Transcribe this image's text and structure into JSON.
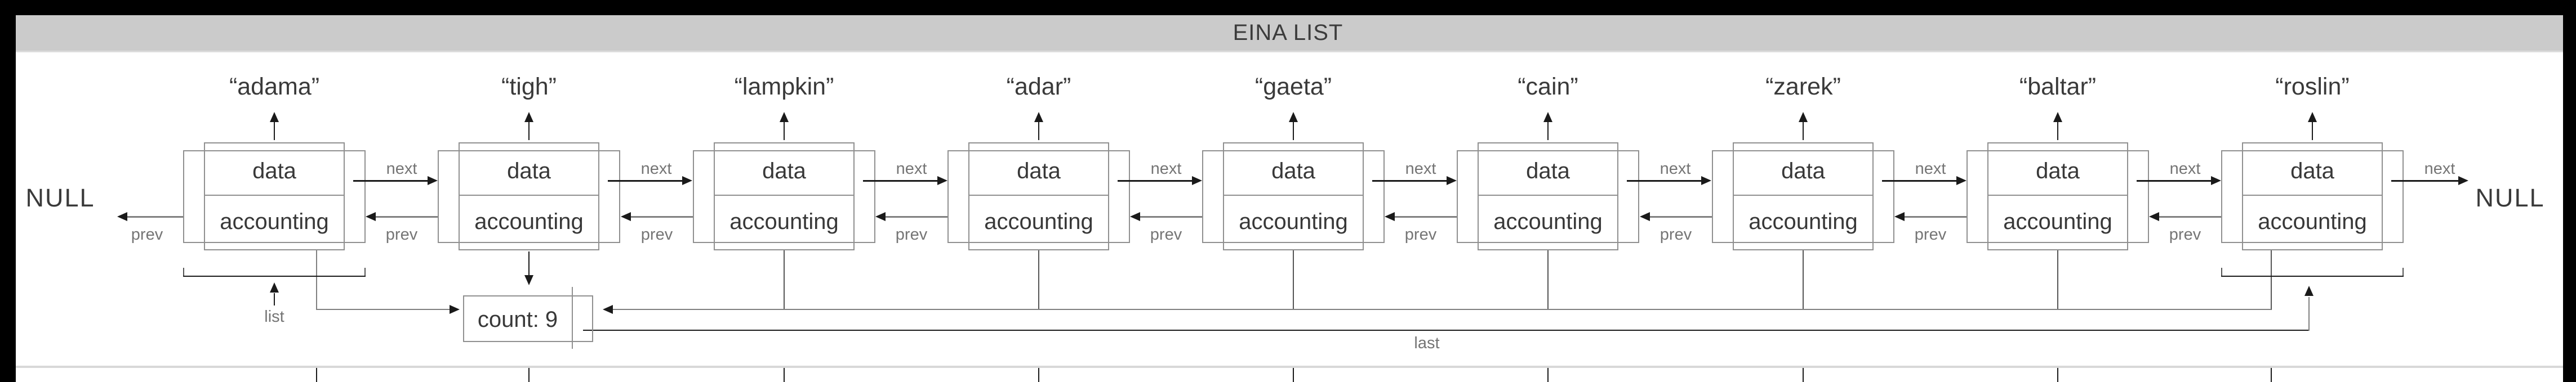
{
  "title_bar": {
    "title": "EINA LIST"
  },
  "diagram": {
    "null_left": "NULL",
    "null_right": "NULL",
    "node_fields": {
      "top": "data",
      "bottom": "accounting"
    },
    "labels": {
      "next": "next",
      "prev": "prev",
      "list": "list",
      "last": "last"
    },
    "count_box": {
      "label": "count: 9"
    },
    "nodes": [
      {
        "name": "“adama”"
      },
      {
        "name": "“tigh”"
      },
      {
        "name": "“lampkin”"
      },
      {
        "name": "“adar”"
      },
      {
        "name": "“gaeta”"
      },
      {
        "name": "“cain”"
      },
      {
        "name": "“zarek”"
      },
      {
        "name": "“baltar”"
      },
      {
        "name": "“roslin”"
      }
    ]
  },
  "colors": {
    "frame": "#000000",
    "titlebar_bg": "#cbcbcb",
    "title_text": "#3c3c3c",
    "box_stroke": "#909090",
    "arrow_black": "#1a1a1a",
    "arrow_gray": "#808080",
    "pointer_dark": "#555555",
    "label_text": "#757575",
    "node_text": "#383838",
    "name_text": "#3a3a3a",
    "section_line": "#d8d8d8"
  }
}
